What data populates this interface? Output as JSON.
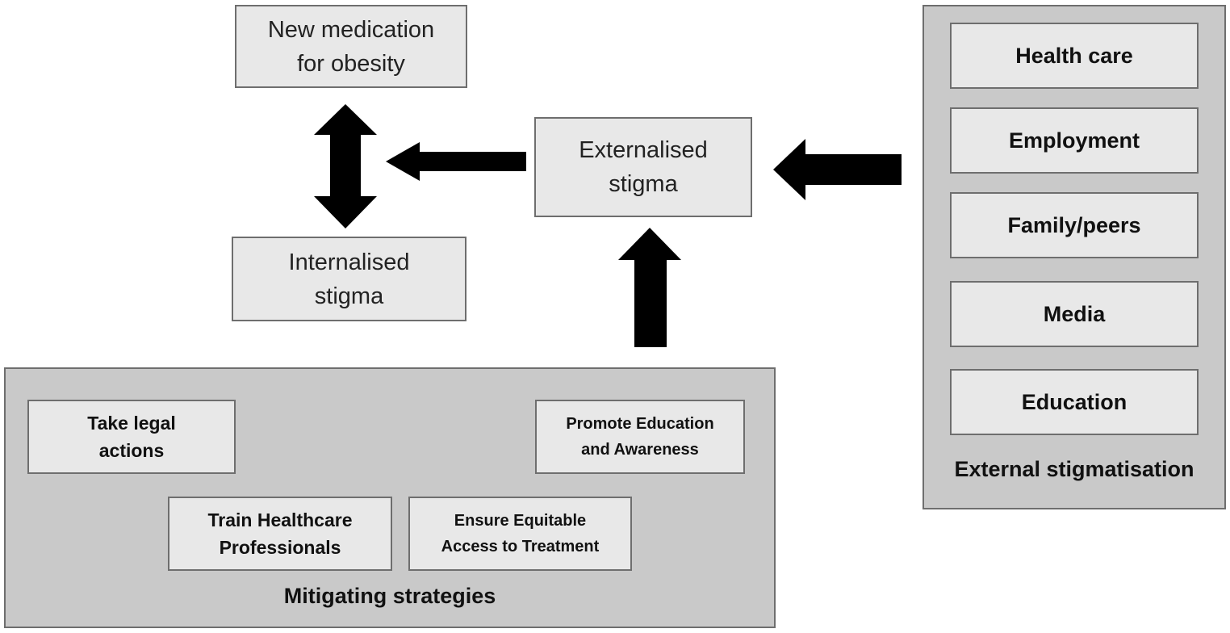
{
  "nodes": {
    "new_medication": "New medication\nfor obesity",
    "internalised_stigma": "Internalised\nstigma",
    "externalised_stigma": "Externalised\nstigma"
  },
  "external_stigmatisation": {
    "caption": "External stigmatisation",
    "items": [
      "Health care",
      "Employment",
      "Family/peers",
      "Media",
      "Education"
    ]
  },
  "mitigating_strategies": {
    "caption": "Mitigating strategies",
    "items": [
      "Take legal\nactions",
      "Promote Education\nand Awareness",
      "Train Healthcare\nProfessionals",
      "Ensure Equitable\nAccess to Treatment"
    ]
  },
  "colors": {
    "box_fill": "#e8e8e8",
    "group_fill": "#c9c9c9",
    "border": "#6e6e6e",
    "arrow": "#000000"
  }
}
